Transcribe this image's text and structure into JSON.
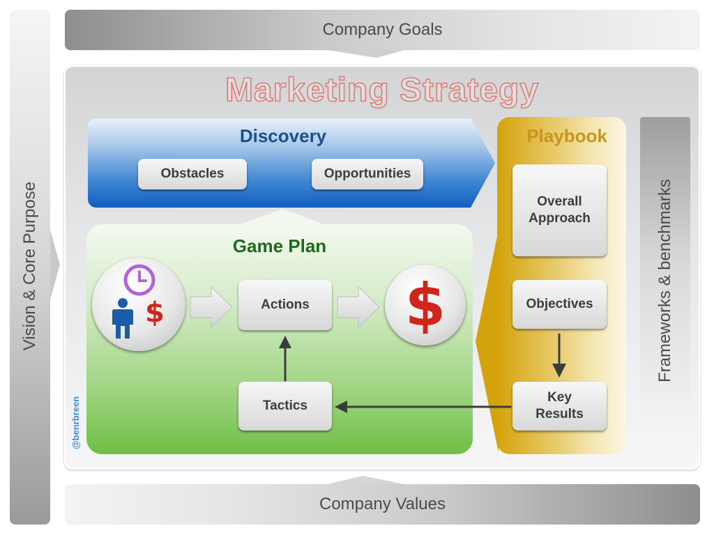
{
  "bands": {
    "top": "Company Goals",
    "bottom": "Company Values",
    "left": "Vision & Core Purpose",
    "right": "Frameworks & benchmarks"
  },
  "title": "Marketing Strategy",
  "discovery": {
    "title": "Discovery",
    "items": [
      "Obstacles",
      "Opportunities"
    ]
  },
  "game_plan": {
    "title": "Game Plan",
    "actions": "Actions",
    "tactics": "Tactics",
    "result_symbol": "$",
    "inputs_symbol": "$"
  },
  "playbook": {
    "title": "Playbook",
    "overall": "Overall\nApproach",
    "objectives": "Objectives",
    "key_results": "Key\nResults"
  },
  "watermark": "@benrbreen",
  "colors": {
    "discovery_title": "#1e4e8c",
    "game_plan_title": "#1d6a1d",
    "playbook_title": "#c9951a",
    "dollar": "#d1241b",
    "title_outline": "#e07b6f"
  },
  "icons": [
    "clock-icon",
    "person-icon",
    "dollar-icon",
    "arrow-right-icon",
    "arrow-up-icon",
    "arrow-down-icon",
    "arrow-left-icon"
  ]
}
